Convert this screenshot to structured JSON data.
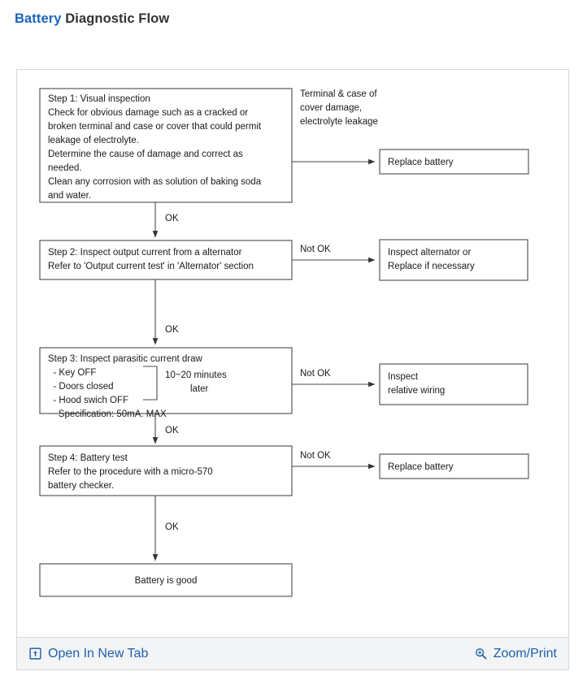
{
  "header": {
    "title_highlight": "Battery",
    "title_rest": "Diagnostic Flow"
  },
  "footer": {
    "open_new_tab_label": "Open In New Tab",
    "open_new_tab_icon": "external-link-icon",
    "zoom_print_label": "Zoom/Print",
    "zoom_print_icon": "magnifier-plus-icon",
    "link_color": "#1f5fa9",
    "background": "#f2f4f6"
  },
  "flowchart": {
    "type": "diagram",
    "steps": [
      {
        "id": "step1",
        "lines": [
          "Step 1: Visual inspection",
          "Check for obvious damage such as a cracked or",
          "broken terminal and case or cover that could permit",
          "leakage of electrolyte.",
          "Determine the cause of damage and correct as",
          "needed.",
          "Clean any corrosion with as solution of baking soda",
          "and water."
        ]
      },
      {
        "id": "step2",
        "lines": [
          "Step 2: Inspect output current from a alternator",
          "Refer to 'Output current test' in 'Alternator' section"
        ]
      },
      {
        "id": "step3",
        "lines": [
          "Step 3: Inspect parasitic current draw",
          "  - Key OFF",
          "  - Doors closed",
          "  - Hood swich OFF",
          "    Specification: 50mA. MAX"
        ],
        "bracket_note": [
          "10~20 minutes",
          "later"
        ]
      },
      {
        "id": "step4",
        "lines": [
          "Step 4: Battery test",
          "Refer to the procedure with a micro-570",
          "battery checker."
        ]
      }
    ],
    "outcomes": [
      {
        "id": "replace-battery-1",
        "lines": [
          "Replace battery"
        ]
      },
      {
        "id": "inspect-alternator",
        "lines": [
          "Inspect alternator or",
          "Replace if necessary"
        ]
      },
      {
        "id": "inspect-wiring",
        "lines": [
          "Inspect",
          "relative wiring"
        ]
      },
      {
        "id": "replace-battery-2",
        "lines": [
          "Replace battery"
        ]
      }
    ],
    "result": {
      "id": "battery-good",
      "lines": [
        "Battery is good"
      ]
    },
    "annotations": {
      "step1_condition": [
        "Terminal  &  case of",
        "cover damage,",
        "electrolyte leakage"
      ]
    },
    "edge_labels": {
      "ok": "OK",
      "not_ok": "Not OK"
    }
  }
}
